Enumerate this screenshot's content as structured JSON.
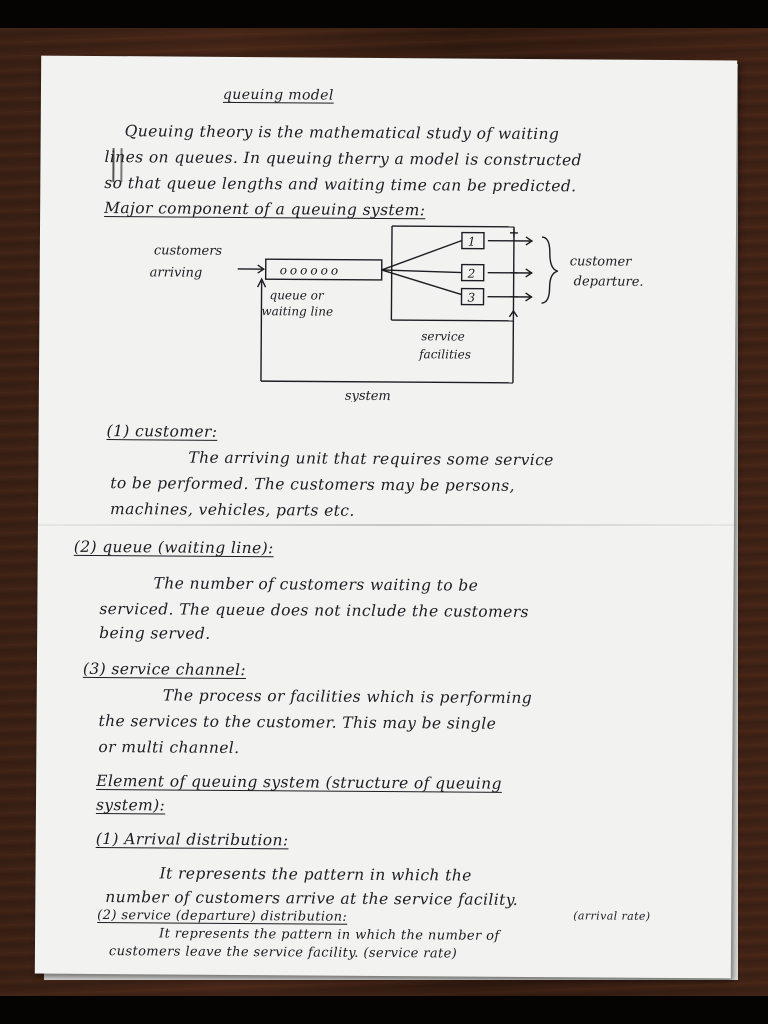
{
  "page": {
    "title": "queuing model",
    "intro_lines": [
      "Queuing theory is the mathematical study of waiting",
      "lines on queues. In queuing therry a model is constructed",
      "so that queue lengths and waiting time can be predicted."
    ],
    "major_heading": "Major component of a queuing system:",
    "diagram": {
      "arriving_label_1": "customers",
      "arriving_label_2": "arriving",
      "queue_dots": "oooooo",
      "queue_label_1": "queue or",
      "queue_label_2": "waiting line",
      "server_1": "1",
      "server_2": "2",
      "server_3": "3",
      "service_label_1": "service",
      "service_label_2": "facilities",
      "departure_label_1": "customer",
      "departure_label_2": "departure.",
      "system_label": "system"
    },
    "sec1": {
      "heading": "(1) customer:",
      "lines": [
        "The arriving unit that requires some service",
        "to be performed. The customers may be persons,",
        "machines, vehicles, parts etc."
      ]
    },
    "sec2": {
      "heading": "(2) queue (waiting line):",
      "lines": [
        "The number of customers waiting to be",
        "serviced. The queue does not include the customers",
        "being served."
      ]
    },
    "sec3": {
      "heading": "(3) service channel:",
      "lines": [
        "The process or facilities which is performing",
        "the services to the customer. This may be single",
        "or multi channel."
      ]
    },
    "element_heading_1": "Element of queuing system (structure of queuing",
    "element_heading_2": "system):",
    "arrival": {
      "heading": "(1) Arrival distribution:",
      "lines": [
        "It represents the pattern in which the",
        "number of customers arrive at the service facility."
      ],
      "note": "(arrival rate)"
    },
    "service": {
      "heading": "(2) service (departure) distribution:",
      "lines": [
        "It represents the pattern in which the number of",
        "customers leave the service facility. (service rate)"
      ]
    }
  },
  "colors": {
    "ink": "#1c1c22",
    "paper": "#f2f2f0",
    "table": "#3a2216"
  }
}
